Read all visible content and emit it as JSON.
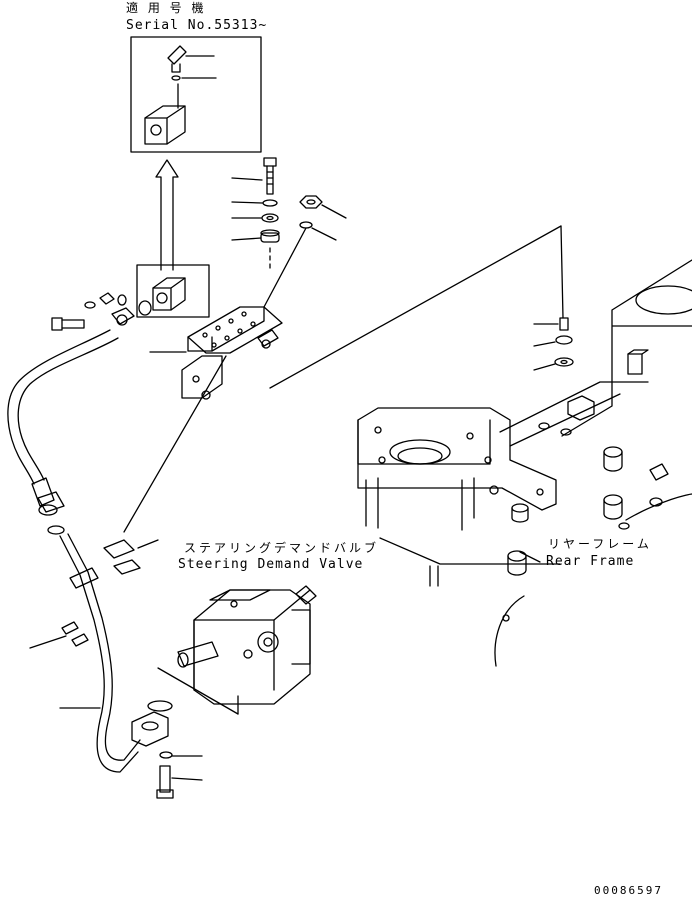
{
  "labels": {
    "applicable_jp": "適 用 号 機",
    "serial": "Serial No.55313~",
    "valve_jp": "ステアリングデマンドバルブ",
    "valve_en": "Steering Demand Valve",
    "frame_jp": "リヤーフレーム",
    "frame_en": "Rear Frame",
    "drawing_code": "00086597"
  },
  "colors": {
    "line": "#000000",
    "background": "#ffffff"
  }
}
